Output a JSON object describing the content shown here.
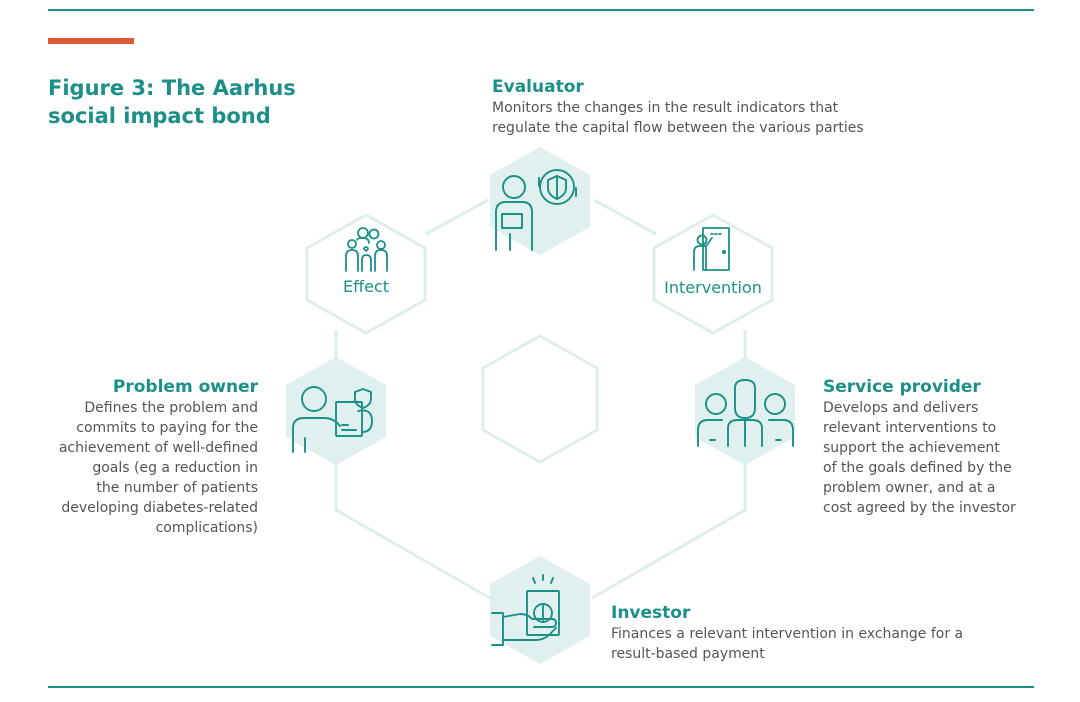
{
  "colors": {
    "teal": "#1b9088",
    "hex_fill": "#dff0ee",
    "hex_stroke": "#ddeeeb",
    "orange": "#e05a3a",
    "body_text": "#555555"
  },
  "figure": {
    "title": "Figure 3: The Aarhus social impact bond"
  },
  "nodes": {
    "effect": {
      "label": "Effect",
      "icon": "family-icon"
    },
    "intervention": {
      "label": "Intervention",
      "icon": "door-person-icon"
    },
    "evaluator_icon": "evaluator-person-shield-icon",
    "problem_owner_icon": "person-document-shield-icon",
    "service_provider_icon": "team-icon",
    "investor_icon": "hand-money-icon"
  },
  "roles": {
    "evaluator": {
      "title": "Evaluator",
      "text": "Monitors the changes in the result indicators that\nregulate the capital flow between the various parties"
    },
    "problem_owner": {
      "title": "Problem owner",
      "text": "Defines the problem and\ncommits to paying for the\nachievement of well-defined\ngoals  (eg a reduction in\nthe number of patients\ndeveloping diabetes-related\ncomplications)"
    },
    "service_provider": {
      "title": "Service provider",
      "text": "Develops and delivers\nrelevant interventions to\nsupport the achievement\nof the goals defined by the\nproblem owner, and at a\ncost agreed by the investor"
    },
    "investor": {
      "title": "Investor",
      "text": "Finances a relevant intervention in exchange for a\nresult-based payment"
    }
  }
}
